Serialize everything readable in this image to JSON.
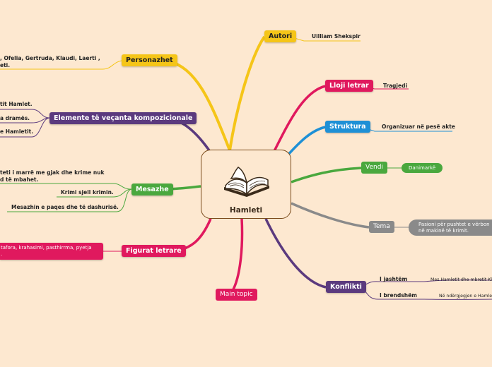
{
  "center": {
    "title": "Hamleti",
    "icon": "open-book-icon"
  },
  "topics": {
    "autori": {
      "label": "Autori",
      "color": "#f5c518",
      "text": "Uilliam Shekspir"
    },
    "lloji": {
      "label": "Lloji letrar",
      "color": "#e0195e",
      "text": "Tragjedi"
    },
    "struktura": {
      "label": "Struktura",
      "color": "#1e90d6",
      "text": "Organizuar në pesë akte"
    },
    "vendi": {
      "label": "Vendi",
      "color": "#4aa83e",
      "text": "Danimarkë"
    },
    "tema": {
      "label": "Tema",
      "color": "#8a8a8a",
      "text_line1": "Pasioni për pushtet e vërbon",
      "text_line2": "në makinë të krimit."
    },
    "konflikti": {
      "label": "Konflikti",
      "color": "#5b3a7e",
      "sub1": "I jashtëm",
      "sub1_text": "Mes Hamletit dhe mbretit Kla",
      "sub2": "I brendshëm",
      "sub2_text": "Në ndërgjegjen e Hamlet"
    },
    "personazhet": {
      "label": "Personazhet",
      "color": "#f5c518",
      "text_line1": ", Ofelia, Gertruda, Klaudi, Laerti ,",
      "text_line2": "eti."
    },
    "elemente": {
      "label": "Elemente të veçanta kompozicionale",
      "color": "#5b3a7e",
      "items": [
        "tit Hamlet.",
        "a dramës.",
        "e Hamletit."
      ]
    },
    "mesazhe": {
      "label": "Mesazhe",
      "color": "#4aa83e",
      "item1_line1": "teti i marrë me gjak dhe krime nuk",
      "item1_line2": "d të mbahet.",
      "item2": "Krimi sjell krimin.",
      "item3": "Mesazhin e paqes dhe të dashurisë."
    },
    "figurat": {
      "label": "Figurat letrare",
      "color": "#e0195e",
      "text_line1": "tafora, krahasimi, pasthirrma, pyetja",
      "text_line2": "."
    },
    "main_topic": {
      "label": "Main topic",
      "color": "#e0195e"
    }
  }
}
